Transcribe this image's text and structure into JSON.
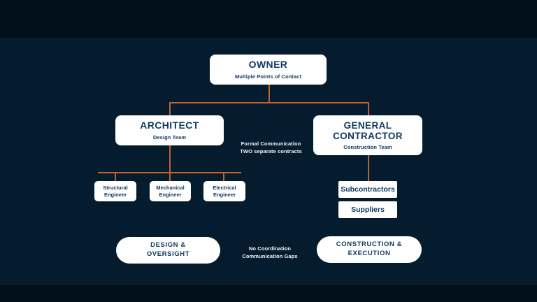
{
  "colors": {
    "background": "#051c2e",
    "top_bottom_bars": "#02101b",
    "node_background": "#ffffff",
    "node_text": "#123a60",
    "connector_orange": "#c2622d",
    "annotation_text": "#f2f5f8"
  },
  "nodes": {
    "owner": {
      "title": "OWNER",
      "subtitle": "Multiple Points of Contact"
    },
    "architect": {
      "title": "ARCHITECT",
      "subtitle": "Design Team"
    },
    "general_contractor": {
      "title": "GENERAL CONTRACTOR",
      "subtitle": "Construction Team"
    },
    "engineers": [
      {
        "label": "Structural Engineer"
      },
      {
        "label": "Mechanical Engineer"
      },
      {
        "label": "Electrical Engineer"
      }
    ],
    "subcontractors": {
      "label": "Subcontractors"
    },
    "suppliers": {
      "label": "Suppliers"
    }
  },
  "annotations": {
    "formal": {
      "line1": "Formal Communication",
      "line2": "TWO separate contracts"
    },
    "coordination": {
      "line1": "No Coordination",
      "line2": "Communication Gaps"
    }
  },
  "pills": {
    "design": "DESIGN & OVERSIGHT",
    "construction": "CONSTRUCTION & EXECUTION"
  }
}
